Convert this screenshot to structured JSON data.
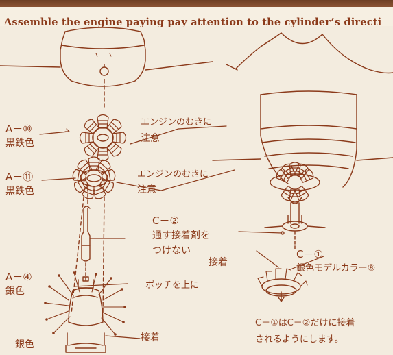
{
  "header": {
    "title": "Assemble the engine paying pay attention to the cylinder’s directi"
  },
  "labels": {
    "a10_part": "A－⑩",
    "a10_color": "黒鉄色",
    "a10_note_1": "エンジンのむきに",
    "a10_note_2": "注意",
    "a11_part": "A－⑪",
    "a11_color": "黒鉄色",
    "a11_note_1": "エンジンのむきに",
    "a11_note_2": "注意",
    "c2_part": "C－②",
    "c2_note_1": "通す接着剤を",
    "c2_note_2": "つけない",
    "a4_part": "A－④",
    "a4_color": "銀色",
    "a4_note": "ポッチを上に",
    "glue_left": "接着",
    "bottom_color": "銀色",
    "glue_right": "接着",
    "c1_part": "C－①",
    "c1_color": "銀色モデルカラー⑧",
    "c1_note_1": "C－①はC－②だけに接着",
    "c1_note_2": "されるようにします。"
  },
  "colors": {
    "ink": "#8b3a1a",
    "paper": "#f3ecdf",
    "strip": "#6e3f24"
  }
}
